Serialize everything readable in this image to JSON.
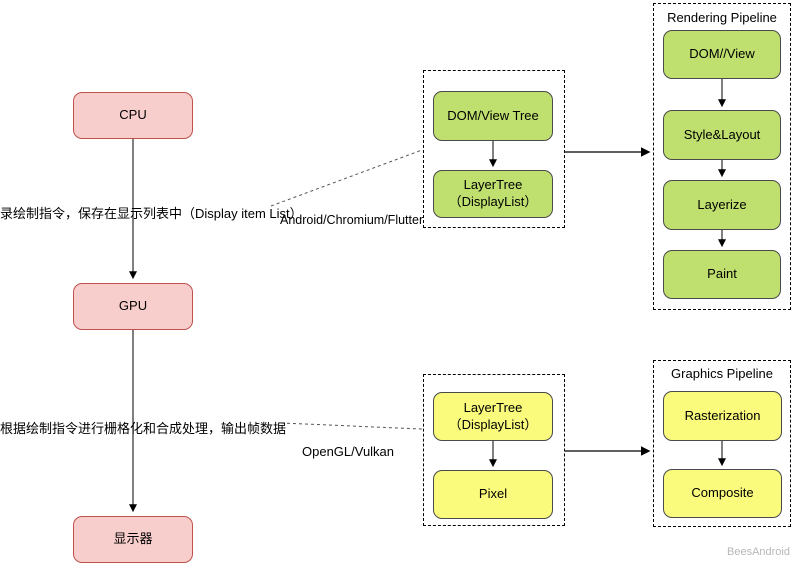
{
  "colors": {
    "pink_fill": "#F8CECC",
    "pink_stroke": "#C0524E",
    "green_fill": "#BFDF6E",
    "yellow_fill": "#FAFA7D",
    "node_stroke": "#4A4A4A",
    "watermark": "#B7B7B7"
  },
  "left_flow": {
    "nodes": [
      {
        "label": "CPU"
      },
      {
        "label": "GPU"
      },
      {
        "label": "显示器"
      }
    ]
  },
  "annotations": {
    "cpu_note": "录绘制指令，保存在显示列表中（Display item List）",
    "gpu_note": "根据绘制指令进行栅格化和合成处理，输出帧数据"
  },
  "ui_framework_group": {
    "label": "Android/Chromium/Flutter",
    "nodes": [
      {
        "label": "DOM/View Tree"
      },
      {
        "label": "LayerTree\n（DisplayList）"
      }
    ]
  },
  "rendering_pipeline": {
    "title": "Rendering Pipeline",
    "nodes": [
      {
        "label": "DOM//View"
      },
      {
        "label": "Style&Layout"
      },
      {
        "label": "Layerize"
      },
      {
        "label": "Paint"
      }
    ]
  },
  "graphics_api_group": {
    "label": "OpenGL/Vulkan",
    "nodes": [
      {
        "label": "LayerTree\n（DisplayList）"
      },
      {
        "label": "Pixel"
      }
    ]
  },
  "graphics_pipeline": {
    "title": "Graphics Pipeline",
    "nodes": [
      {
        "label": "Rasterization"
      },
      {
        "label": "Composite"
      }
    ]
  },
  "watermark": "BeesAndroid"
}
